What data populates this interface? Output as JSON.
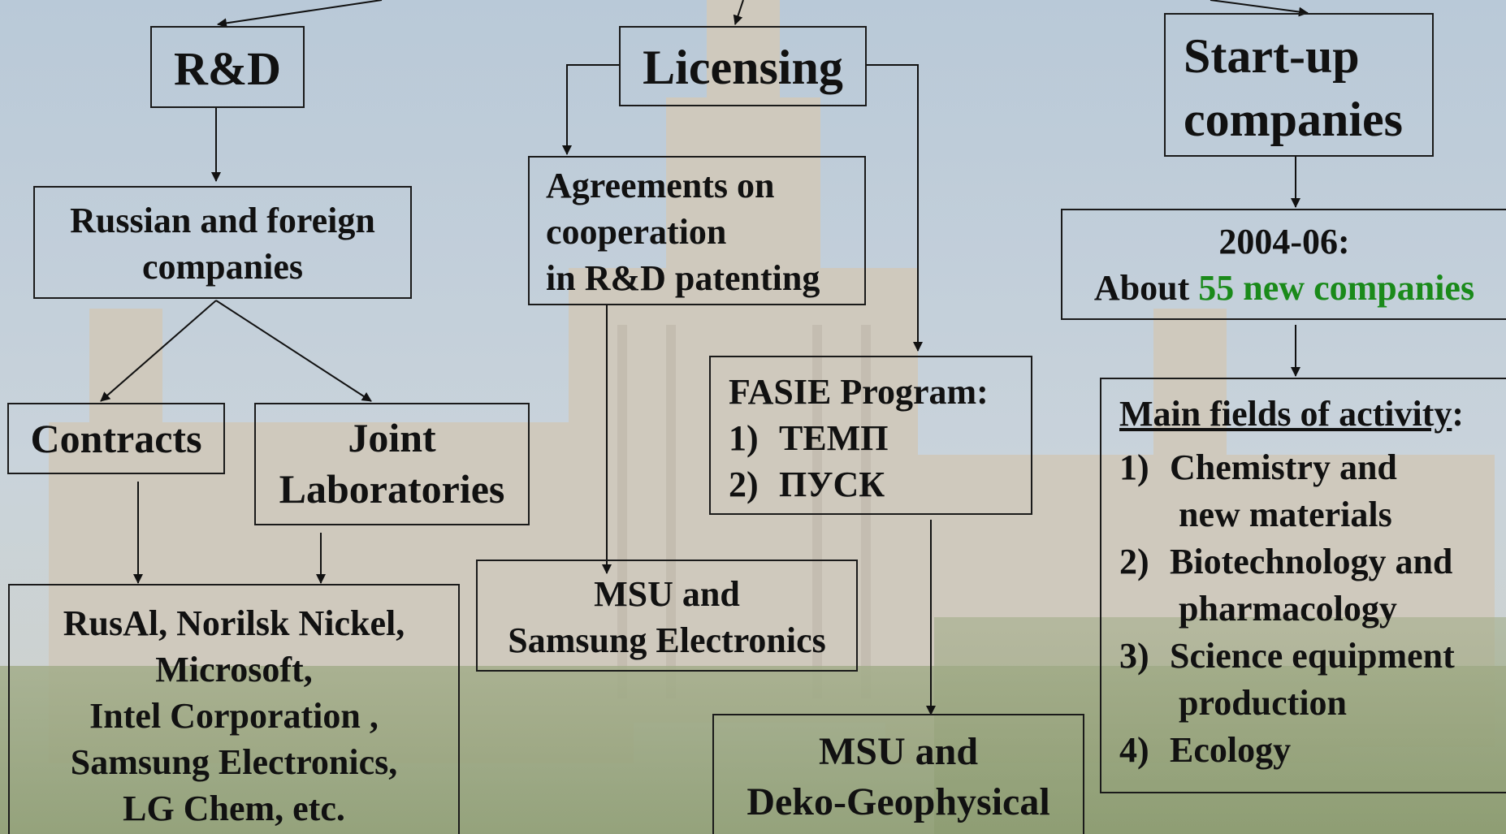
{
  "rd": {
    "title": "R&D"
  },
  "russian": {
    "line1": "Russian and foreign",
    "line2": "companies"
  },
  "contracts": {
    "label": "Contracts"
  },
  "joint": {
    "line1": "Joint",
    "line2": "Laboratories"
  },
  "rusal": {
    "line1": "RusAl, Norilsk Nickel,",
    "line2": "Microsoft,",
    "line3": "Intel Corporation ,",
    "line4": "Samsung Electronics,",
    "line5": "LG Chem, etc."
  },
  "licensing": {
    "title": "Licensing"
  },
  "agreements": {
    "line1": "Agreements on",
    "line2": "cooperation",
    "line3": "in R&D patenting"
  },
  "msu_samsung": {
    "line1": "MSU and",
    "line2": "Samsung Electronics"
  },
  "fasie": {
    "title": "FASIE Program:",
    "item1_num": "1)",
    "item1": "ТЕМП",
    "item2_num": "2)",
    "item2": "ПУСК"
  },
  "msu_deko": {
    "line1": "MSU and",
    "line2": "Deko-Geophysical"
  },
  "startup": {
    "line1": "Start-up",
    "line2": "companies"
  },
  "about": {
    "line1": "2004-06:",
    "prefix": "About",
    "highlight": "55 new companies",
    "highlight_color": "#1a8a1a"
  },
  "fields": {
    "title": "Main fields of activity",
    "colon": ":",
    "items": [
      {
        "num": "1)",
        "line1": "Chemistry and",
        "line2": "new materials"
      },
      {
        "num": "2)",
        "line1": "Biotechnology and",
        "line2": "pharmacology"
      },
      {
        "num": "3)",
        "line1": "Science equipment",
        "line2": "production"
      },
      {
        "num": "4)",
        "line1": "Ecology",
        "line2": ""
      }
    ]
  }
}
